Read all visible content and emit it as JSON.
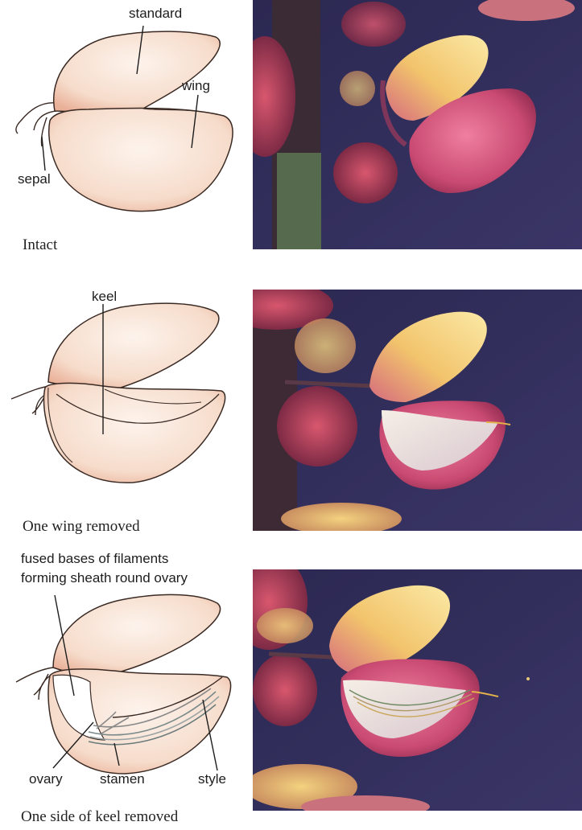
{
  "panels": [
    {
      "caption": "Intact",
      "labels": {
        "standard": "standard",
        "wing": "wing",
        "sepal": "sepal"
      }
    },
    {
      "caption": "One wing removed",
      "labels": {
        "keel": "keel"
      }
    },
    {
      "caption": "One side of keel removed",
      "labels": {
        "sheath_line1": "fused bases of filaments",
        "sheath_line2": "forming sheath round ovary",
        "ovary": "ovary",
        "stamen": "stamen",
        "style": "style"
      }
    }
  ],
  "colors": {
    "petal_fill": "#f6dccb",
    "petal_stipple": "#d9744a",
    "outline": "#3a2a24",
    "photo_background": "#332f5c",
    "flower_pink": "#c54a72",
    "flower_yellow": "#f0cf6a"
  }
}
